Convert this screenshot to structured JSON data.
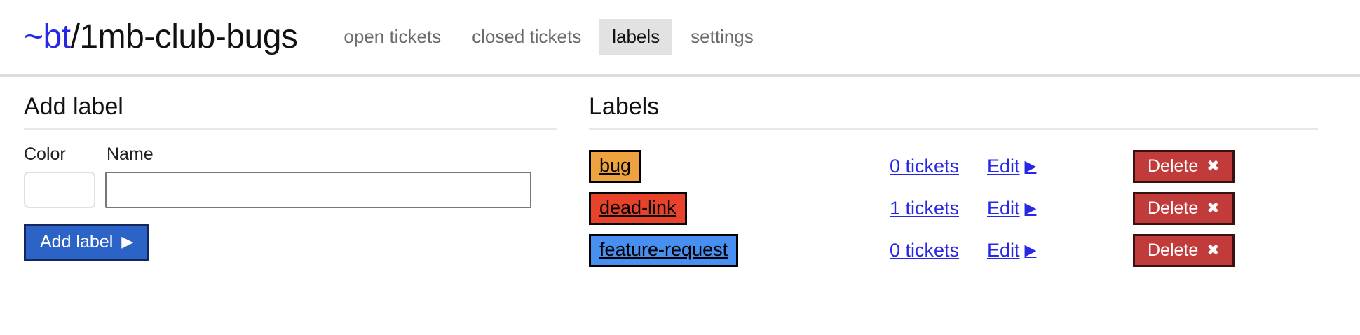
{
  "header": {
    "owner": "~bt",
    "separator": "/",
    "repo": "1mb-club-bugs",
    "tabs": [
      {
        "label": "open tickets",
        "active": false
      },
      {
        "label": "closed tickets",
        "active": false
      },
      {
        "label": "labels",
        "active": true
      },
      {
        "label": "settings",
        "active": false
      }
    ]
  },
  "add_label": {
    "heading": "Add label",
    "color_label": "Color",
    "name_label": "Name",
    "color_value": "#ffffff",
    "name_value": "",
    "name_placeholder": "",
    "submit_label": "Add label",
    "submit_glyph": "▶"
  },
  "labels_panel": {
    "heading": "Labels",
    "edit_label": "Edit",
    "edit_glyph": "▶",
    "delete_label": "Delete",
    "delete_glyph": "✖",
    "items": [
      {
        "name": "bug",
        "color": "#efa33e",
        "tickets": "0 tickets"
      },
      {
        "name": "dead-link",
        "color": "#e8422a",
        "tickets": "1 tickets"
      },
      {
        "name": "feature-request",
        "color": "#4790f2",
        "tickets": "0 tickets"
      }
    ]
  },
  "colors": {
    "link": "#2727e6",
    "primary_button": "#2b63c6",
    "primary_button_border": "#13275c",
    "danger_button": "#c23b3b",
    "danger_button_border": "#3a1010",
    "active_tab_bg": "#e2e2e2",
    "header_border": "#dcdcdc"
  }
}
